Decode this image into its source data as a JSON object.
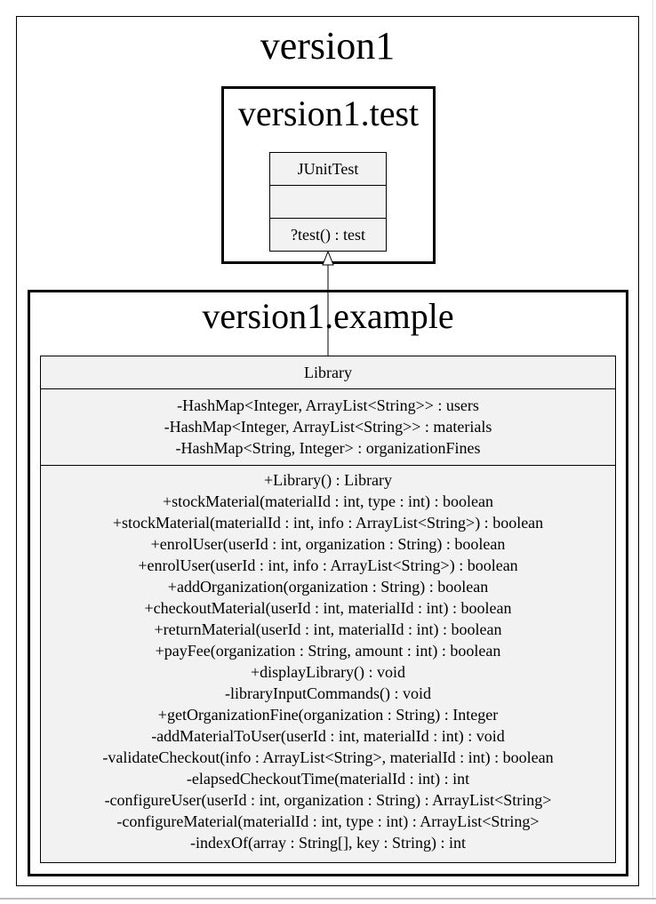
{
  "packages": {
    "outer": "version1",
    "test": "version1.test",
    "example": "version1.example"
  },
  "classes": {
    "junit": {
      "name": "JUnitTest",
      "attributes": [],
      "operations": [
        "?test() : test"
      ]
    },
    "library": {
      "name": "Library",
      "attributes": [
        "-HashMap<Integer, ArrayList<String>> : users",
        "-HashMap<Integer, ArrayList<String>> : materials",
        "-HashMap<String, Integer> : organizationFines"
      ],
      "operations": [
        "+Library() : Library",
        "+stockMaterial(materialId : int, type : int) : boolean",
        "+stockMaterial(materialId : int, info : ArrayList<String>) : boolean",
        "+enrolUser(userId : int, organization : String) : boolean",
        "+enrolUser(userId : int, info : ArrayList<String>) : boolean",
        "+addOrganization(organization : String) : boolean",
        "+checkoutMaterial(userId : int, materialId : int) : boolean",
        "+returnMaterial(userId : int, materialId : int) : boolean",
        "+payFee(organization : String, amount : int) : boolean",
        "+displayLibrary() : void",
        "-libraryInputCommands() : void",
        "+getOrganizationFine(organization : String) : Integer",
        "-addMaterialToUser(userId : int, materialId : int) : void",
        "-validateCheckout(info : ArrayList<String>, materialId : int) : boolean",
        "-elapsedCheckoutTime(materialId : int) : int",
        "-configureUser(userId : int, organization : String) : ArrayList<String>",
        "-configureMaterial(materialId : int, type : int) : ArrayList<String>",
        "-indexOf(array : String[], key : String) : int"
      ]
    }
  }
}
